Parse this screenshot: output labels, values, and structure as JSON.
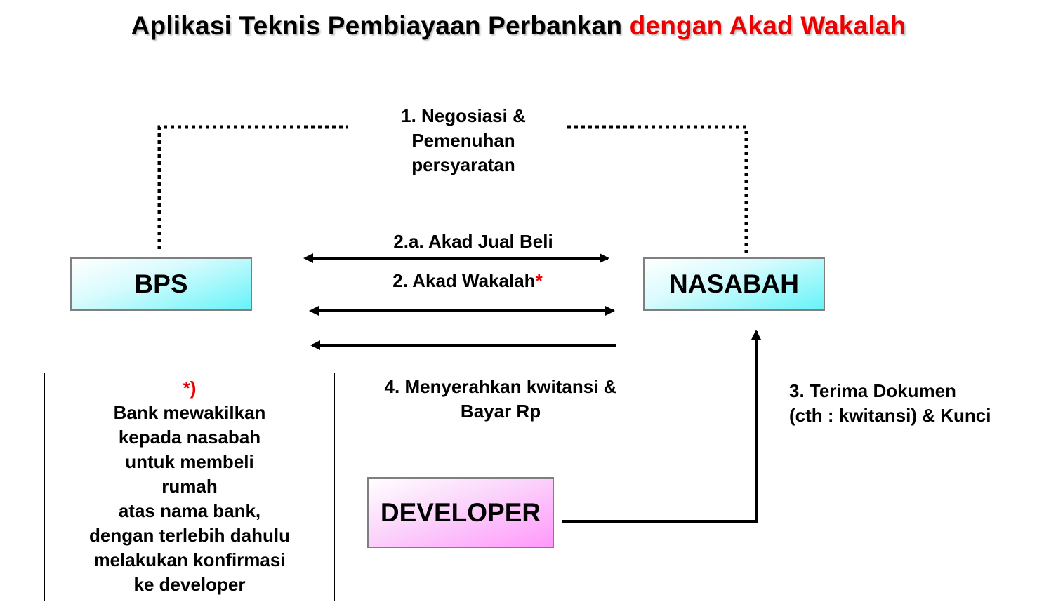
{
  "title": {
    "black_part": "Aplikasi Teknis Pembiayaan Perbankan",
    "red_part": "dengan Akad Wakalah",
    "red_color": "#ee0000"
  },
  "nodes": {
    "bps": "BPS",
    "nasabah": "NASABAH",
    "developer": "DEVELOPER"
  },
  "steps": {
    "step1": [
      "1. Negosiasi &",
      "Pemenuhan",
      "persyaratan"
    ],
    "step2a": "2.a. Akad Jual Beli",
    "step2": "2. Akad Wakalah",
    "step2_marker": "*",
    "step3": [
      "3. Terima Dokumen",
      "(cth : kwitansi) & Kunci"
    ],
    "step4": [
      "4. Menyerahkan kwitansi &",
      "Bayar Rp"
    ]
  },
  "note": {
    "marker": "*)",
    "lines": [
      "Bank mewakilkan",
      "kepada nasabah",
      "untuk membeli",
      "rumah",
      "atas nama bank,",
      "dengan terlebih dahulu",
      "melakukan konfirmasi",
      "ke developer"
    ]
  },
  "colors": {
    "box_cyan": "#66f4f9",
    "box_pink": "#ff99fb",
    "accent_red": "#ee0000"
  }
}
